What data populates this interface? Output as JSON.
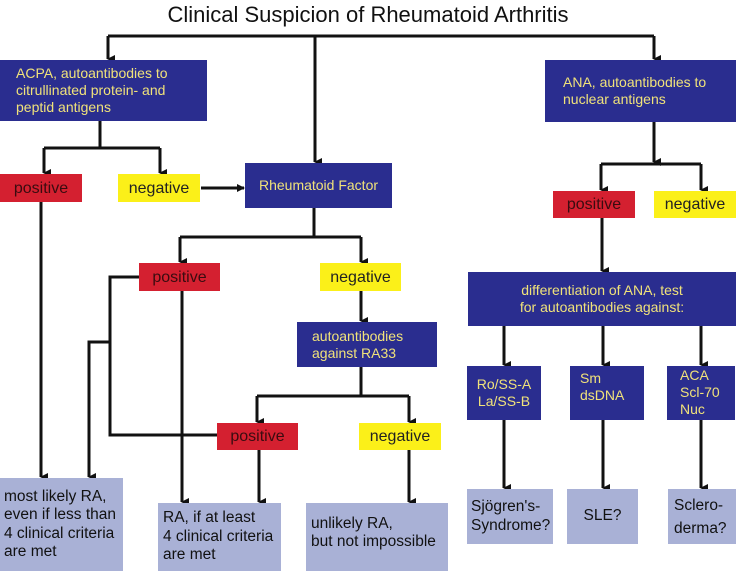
{
  "title": "Clinical Suspicion of Rheumatoid Arthritis",
  "colors": {
    "test_box": "#2a2d8f",
    "test_text": "#f0e27a",
    "positive": "#d42030",
    "negative": "#fbf019",
    "outcome": "#a9b1d6",
    "connector": "#111111"
  },
  "nodes": {
    "acpa": {
      "lines": [
        "ACPA, autoantibodies to",
        "citrullinated protein- and",
        "peptid antigens"
      ]
    },
    "ana": {
      "lines": [
        "ANA, autoantibodies to",
        "nuclear antigens"
      ]
    },
    "acpa_positive": {
      "label": "positive"
    },
    "acpa_negative": {
      "label": "negative"
    },
    "rf": {
      "lines": [
        "Rheumatoid Factor"
      ]
    },
    "rf_positive": {
      "label": "positive"
    },
    "rf_negative": {
      "label": "negative"
    },
    "ra33": {
      "lines": [
        "autoantibodies",
        "against RA33"
      ]
    },
    "ra33_positive": {
      "label": "positive"
    },
    "ra33_negative": {
      "label": "negative"
    },
    "ana_positive": {
      "label": "positive"
    },
    "ana_negative": {
      "label": "negative"
    },
    "ana_diff": {
      "lines": [
        "differentiation of ANA, test",
        "for autoantibodies against:"
      ]
    },
    "ro_la": {
      "lines": [
        "Ro/SS-A",
        "La/SS-B"
      ]
    },
    "sm_dsdna": {
      "lines": [
        "Sm",
        "dsDNA"
      ]
    },
    "aca_scl": {
      "lines": [
        "ACA",
        "Scl-70",
        "Nuc"
      ]
    },
    "outcome_most_likely": {
      "lines": [
        "most likely RA,",
        "even if less than",
        "4 clinical criteria",
        "are met"
      ]
    },
    "outcome_ra_if": {
      "lines": [
        "RA, if at least",
        "4 clinical criteria",
        "are met"
      ]
    },
    "outcome_unlikely": {
      "lines": [
        "unlikely RA,",
        "but not impossible"
      ]
    },
    "outcome_sjogren": {
      "lines": [
        "Sjögren's-",
        "Syndrome?"
      ]
    },
    "outcome_sle": {
      "lines": [
        "SLE?"
      ]
    },
    "outcome_scleroderma": {
      "lines": [
        "Sclero-",
        "derma?"
      ]
    }
  }
}
